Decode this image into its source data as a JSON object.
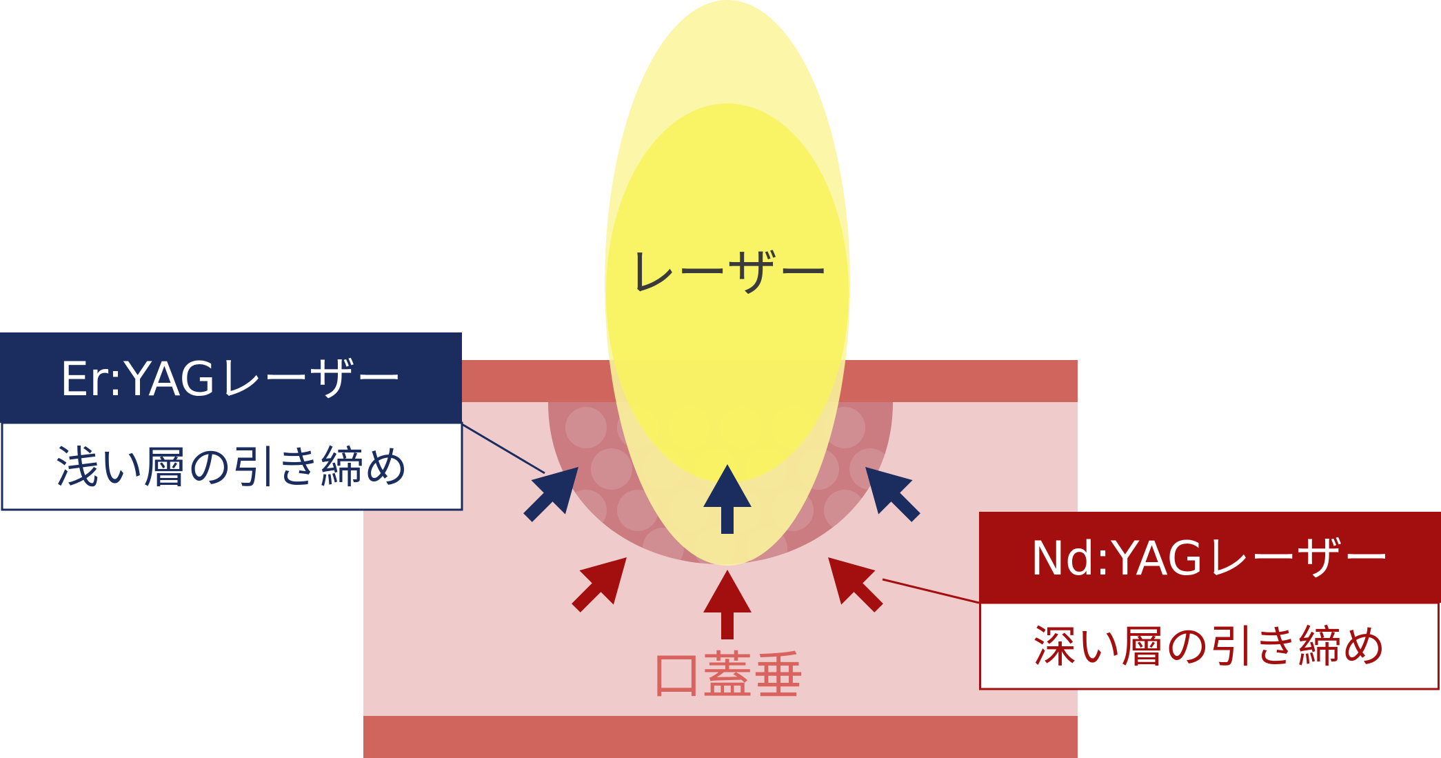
{
  "laser_label": "レーザー",
  "tissue_label": "口蓋垂",
  "er_yag": {
    "title": "Er:YAGレーザー",
    "subtitle": "浅い層の引き締め"
  },
  "nd_yag": {
    "title": "Nd:YAGレーザー",
    "subtitle": "深い層の引き締め"
  },
  "colors": {
    "navy": "#1a2d5e",
    "dark_red": "#a30f0f",
    "tissue_outer": "#cf655d",
    "tissue_inner": "#efcbcb",
    "treated_zone": "#ca7c80",
    "laser_outer": "#fbf59c",
    "laser_inner": "#f9f261",
    "tissue_text": "#d9645f",
    "laser_text": "#3a3a3a"
  }
}
